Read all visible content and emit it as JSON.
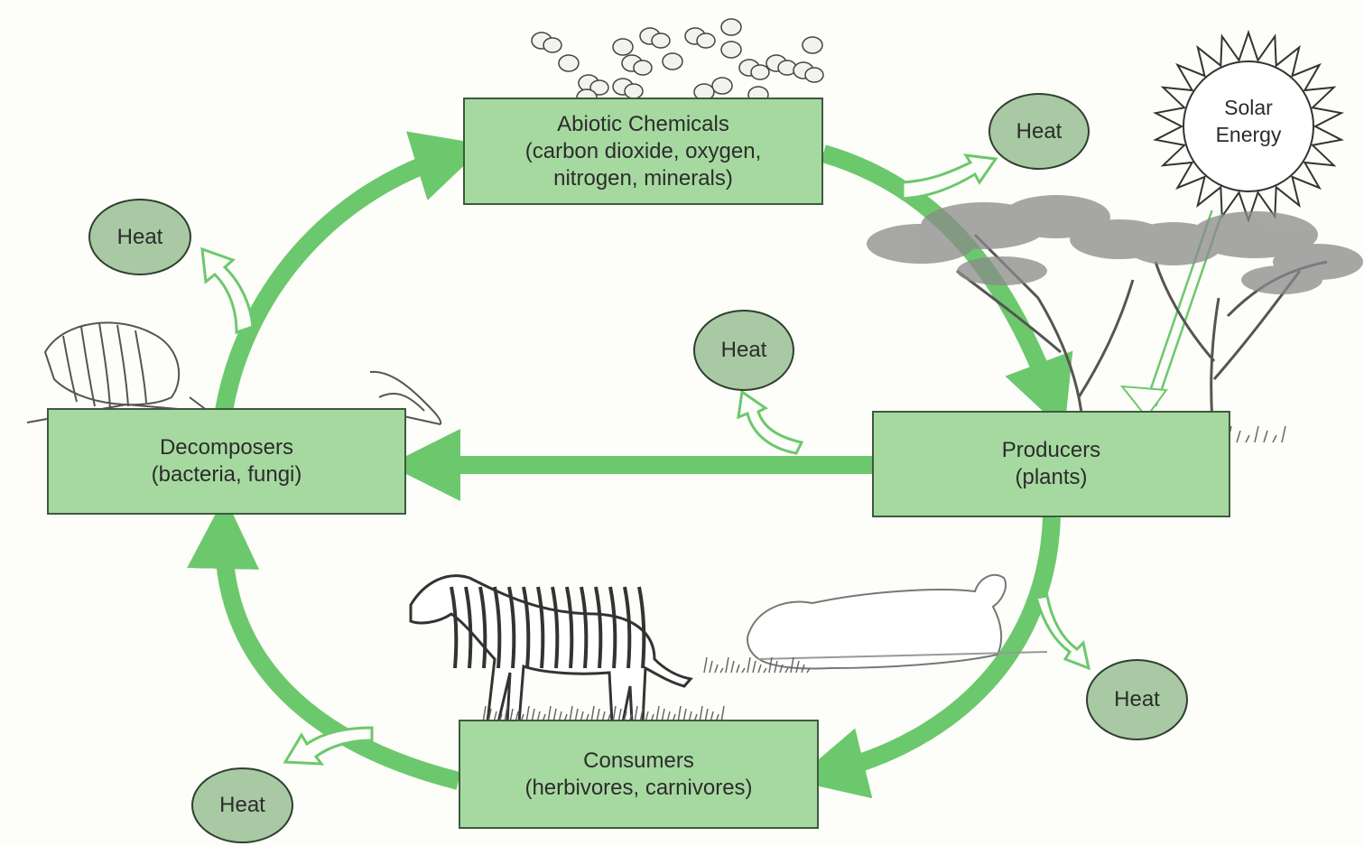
{
  "nodes": {
    "abiotic": {
      "title": "Abiotic Chemicals",
      "line2": "(carbon dioxide, oxygen,",
      "line3": "nitrogen, minerals)"
    },
    "producers": {
      "title": "Producers",
      "line2": "(plants)"
    },
    "consumers": {
      "title": "Consumers",
      "line2": "(herbivores, carnivores)"
    },
    "decomposers": {
      "title": "Decomposers",
      "line2": "(bacteria, fungi)"
    }
  },
  "heat_label": "Heat",
  "sun": {
    "line1": "Solar",
    "line2": "Energy"
  },
  "colors": {
    "cycle_arrow": "#6cc86c",
    "box_fill": "#a6d9a0",
    "heat_fill": "#a8c9a4",
    "outline": "#3d5a3d"
  }
}
